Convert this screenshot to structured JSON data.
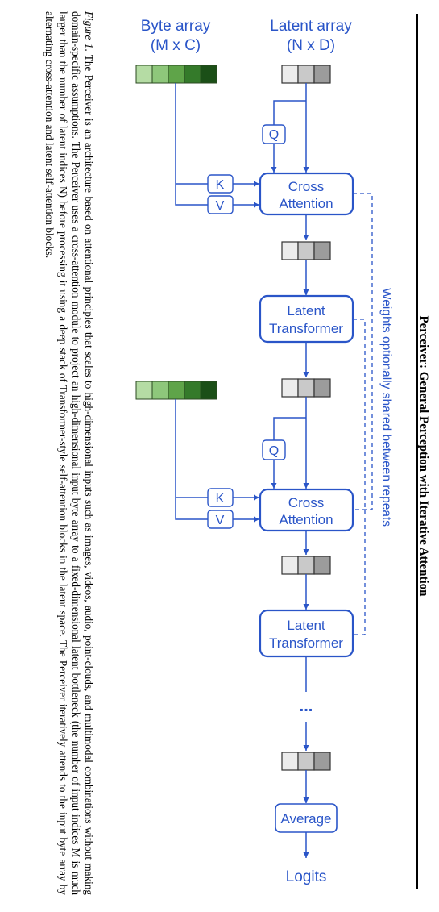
{
  "header": {
    "title": "Perceiver: General Perception with Iterative Attention"
  },
  "figure": {
    "byte_array_label": [
      "Byte array",
      "(M x C)"
    ],
    "latent_array_label": [
      "Latent array",
      "(N x D)"
    ],
    "cross_attention_label": [
      "Cross",
      "Attention"
    ],
    "latent_transformer_label": [
      "Latent",
      "Transformer"
    ],
    "q_label": "Q",
    "k_label": "K",
    "v_label": "V",
    "weights_shared_label": "Weights optionally shared between repeats",
    "ellipsis": "...",
    "average_label": "Average",
    "logits_label": "Logits",
    "colors": {
      "accent": "#2a55c8",
      "byte_cells": [
        "#b5dca4",
        "#8ec77b",
        "#5fa449",
        "#347a2a",
        "#1b4f17"
      ],
      "latent_cells": [
        "#ececec",
        "#c9c9c9",
        "#9c9c9c"
      ]
    }
  },
  "caption": {
    "label": "Figure 1",
    "text": ". The Perceiver is an architecture based on attentional principles that scales to high-dimensional inputs such as images, videos, audio, point-clouds, and multimodal combinations without making domain-specific assumptions. The Perceiver uses a cross-attention module to project an high-dimensional input byte array to a fixed-dimensional latent bottleneck (the number of input indices M is much larger than the number of latent indices N) before processing it using a deep stack of Transformer-style self-attention blocks in the latent space. The Perceiver iteratively attends to the input byte array by alternating cross-attention and latent self-attention blocks."
  }
}
